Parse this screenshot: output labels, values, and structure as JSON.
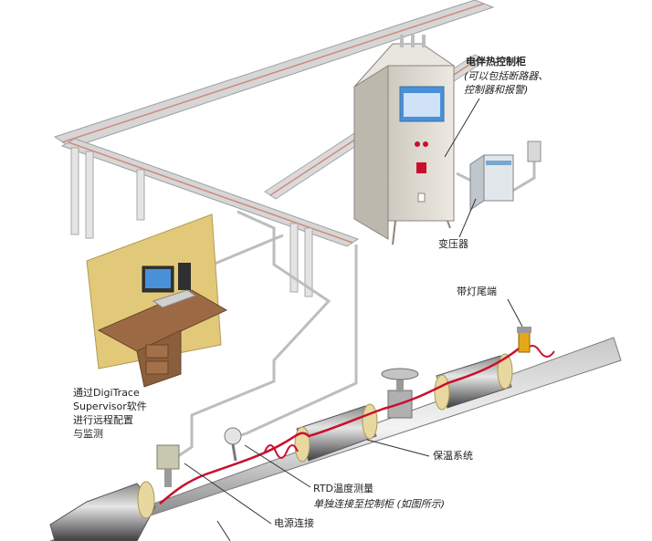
{
  "labels": {
    "cabinet_title": "电伴热控制柜",
    "cabinet_note_1": "(可以包括断路器、",
    "cabinet_note_2": "控制器和报警)",
    "transformer": "变压器",
    "end_light": "带灯尾端",
    "software_1": "通过DigiTrace",
    "software_2": "Supervisor软件",
    "software_3": "进行远程配置",
    "software_4": "与监测",
    "insulation": "保温系统",
    "rtd_title": "RTD温度测量",
    "rtd_note": "单独连接至控制柜 (如图所示)",
    "power": "电源连接"
  },
  "colors": {
    "pipe": "#8c8c8c",
    "insulation_jacket": "#6e6e6e",
    "insulation_core": "#e8d8a0",
    "heating_cable": "#c8102e",
    "cabinet": "#dcd8d0",
    "screen": "#4a90d9",
    "tray": "#cfcfcf",
    "tray_cable": "#d08a7a",
    "desk": "#8b5e3c",
    "wall": "#e2c97a"
  }
}
